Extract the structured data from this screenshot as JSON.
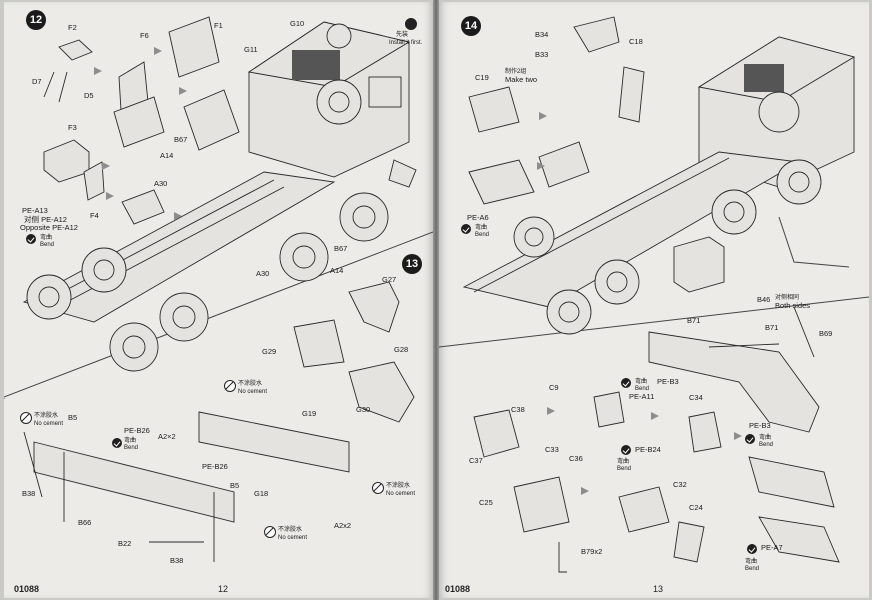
{
  "left_page": {
    "step12": {
      "number": "12",
      "note_cn": "先装",
      "note_en": "Install it first.",
      "labels": {
        "F2": "F2",
        "F6": "F6",
        "F1": "F1",
        "G10": "G10",
        "G11": "G11",
        "D7": "D7",
        "D5": "D5",
        "F3": "F3",
        "B67": "B67",
        "A14": "A14",
        "A30": "A30",
        "F4": "F4",
        "PE_A13": "PE-A13",
        "PE_A12": "对侧 PE-A12",
        "opp": "Opposite PE-A12",
        "bend_cn": "弯曲",
        "bend_en": "Bend",
        "B67b": "B67",
        "A14b": "A14",
        "A30b": "A30"
      }
    },
    "step13": {
      "number": "13",
      "labels": {
        "G27": "G27",
        "G29": "G29",
        "G28": "G28",
        "G30": "G30",
        "nc_cn1": "不涂胶水",
        "nc_en1": "No cement",
        "B5": "B5",
        "PE_B26": "PE-B26",
        "A2x2": "A2×2",
        "G19": "G19",
        "bend_cn": "弯曲",
        "bend_en": "Bend",
        "PE_B26b": "PE-B26",
        "B5b": "B5",
        "G18": "G18",
        "nc_cn2": "不涂胶水",
        "nc_en2": "No cement",
        "B38": "B38",
        "B66": "B66",
        "B22": "B22",
        "B38b": "B38",
        "nc_cn3": "不涂胶水",
        "nc_en3": "No cement",
        "A2x2b": "A2x2",
        "nc_cn4": "不涂胶水",
        "nc_en4": "No cement"
      }
    },
    "footer_code": "01088",
    "page_number": "12"
  },
  "right_page": {
    "step14": {
      "number": "14",
      "labels": {
        "B34": "B34",
        "B33": "B33",
        "make_two_cn": "制作2组",
        "make_two_en": "Make two",
        "C18": "C18",
        "C19": "C19",
        "PE_A6": "PE-A6",
        "bend_cn": "弯曲",
        "bend_en": "Bend",
        "B46": "B46",
        "both_cn": "对侧相同",
        "both_en": "Both sides",
        "B71": "B71",
        "B71b": "B71",
        "B69": "B69",
        "C9": "C9",
        "C38": "C38",
        "bend2_cn": "弯曲",
        "bend2_en": "Bend",
        "PE_B3": "PE-B3",
        "PE_A11": "PE-A11",
        "C34": "C34",
        "C37": "C37",
        "C33": "C33",
        "C36": "C36",
        "PE_B24": "PE-B24",
        "bend3_cn": "弯曲",
        "bend3_en": "Bend",
        "PE_B3b": "PE-B3",
        "bend4_cn": "弯曲",
        "bend4_en": "Bend",
        "C32": "C32",
        "C25": "C25",
        "C24": "C24",
        "B79x2": "B79x2",
        "PE_A7": "PE-A7",
        "bend5_cn": "弯曲",
        "bend5_en": "Bend"
      }
    },
    "footer_code": "01088",
    "page_number": "13"
  }
}
